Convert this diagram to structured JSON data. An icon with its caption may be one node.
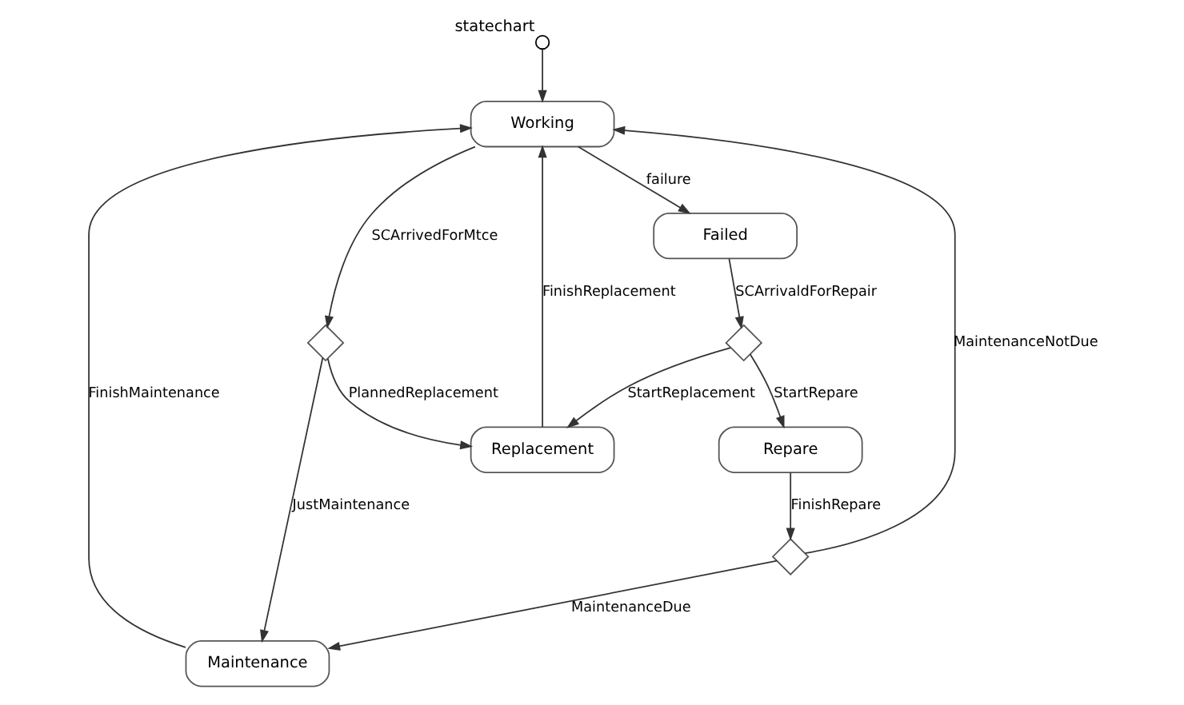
{
  "diagram": {
    "nodes": [
      {
        "text": [],
        "shape": "circle",
        "beside": [
          "statechart"
        ]
      },
      {
        "text": [
          "Working"
        ]
      },
      {
        "text": [
          "Replacement"
        ]
      },
      {
        "text": [
          "Maintenance"
        ]
      },
      {
        "text": [],
        "shape": "diamond"
      },
      {
        "text": [
          "Failed"
        ]
      },
      {
        "text": [],
        "shape": "diamond"
      },
      {
        "text": [
          "Repare"
        ]
      },
      {
        "text": [],
        "shape": "diamond"
      }
    ],
    "edges": [
      {
        "from": 0,
        "to": 1,
        "arrow": "to"
      },
      {
        "from": 1,
        "to": 4,
        "arrow": "to",
        "label": "SCArrivedForMtce"
      },
      {
        "from": 4,
        "to": 2,
        "arrow": "to",
        "label": "PlannedReplacement"
      },
      {
        "from": 4,
        "to": 3,
        "arrow": "to",
        "label": "JustMaintenance"
      },
      {
        "from": 2,
        "to": 1,
        "arrow": "to",
        "label": "FinishReplacement"
      },
      {
        "from": 3,
        "to": 1,
        "arrow": "to",
        "label": "FinishMaintenance"
      },
      {
        "from": 1,
        "to": 5,
        "arrow": "to",
        "label": "failure"
      },
      {
        "from": 5,
        "to": 8,
        "arrow": "to",
        "label": "SCArrivaldForRepair"
      },
      {
        "from": 8,
        "to": 2,
        "arrow": "to",
        "label": "StartReplacement"
      },
      {
        "from": 8,
        "to": 7,
        "arrow": "to",
        "label": "StartRepare"
      },
      {
        "from": 7,
        "to": 6,
        "arrow": "to",
        "label": "FinishRepare"
      },
      {
        "from": 6,
        "to": 1,
        "arrow": "to",
        "label": "MaintenanceNotDue"
      },
      {
        "from": 6,
        "to": 3,
        "arrow": "to",
        "label": "MaintenanceDue"
      }
    ]
  }
}
